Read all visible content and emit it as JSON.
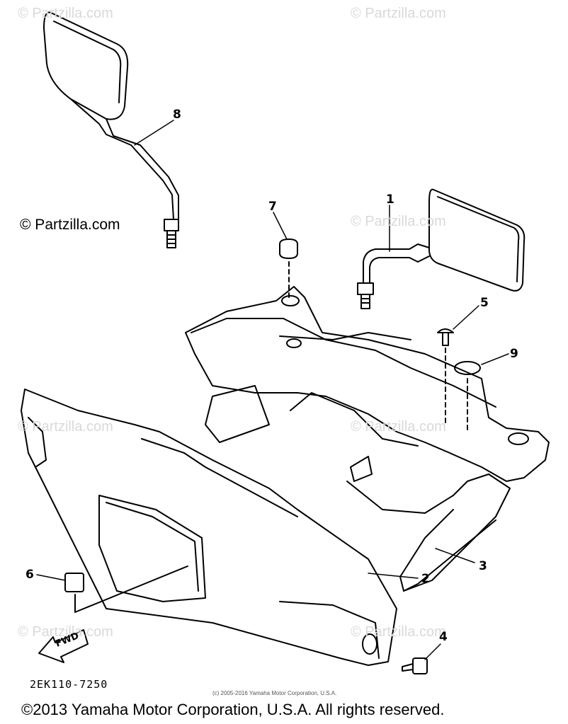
{
  "watermarks": {
    "top_left": "© Partzilla.com",
    "top_right": "© Partzilla.com",
    "mid_right": "© Partzilla.com",
    "mid_left": "© Partzilla.com",
    "bottom_left": "© Partzilla.com",
    "bottom_right": "© Partzilla.com",
    "dark": "© Partzilla.com"
  },
  "callouts": {
    "c1": "1",
    "c2": "2",
    "c3": "3",
    "c4": "4",
    "c5": "5",
    "c6": "6",
    "c7": "7",
    "c8": "8",
    "c9": "9"
  },
  "diagram_code": "2EK110-7250",
  "small_copyright": "(c) 2005-2016 Yamaha Motor Corporation, U.S.A.",
  "footer": "©2013 Yamaha Motor Corporation, U.S.A. All rights reserved.",
  "fwd_label": "FWD"
}
